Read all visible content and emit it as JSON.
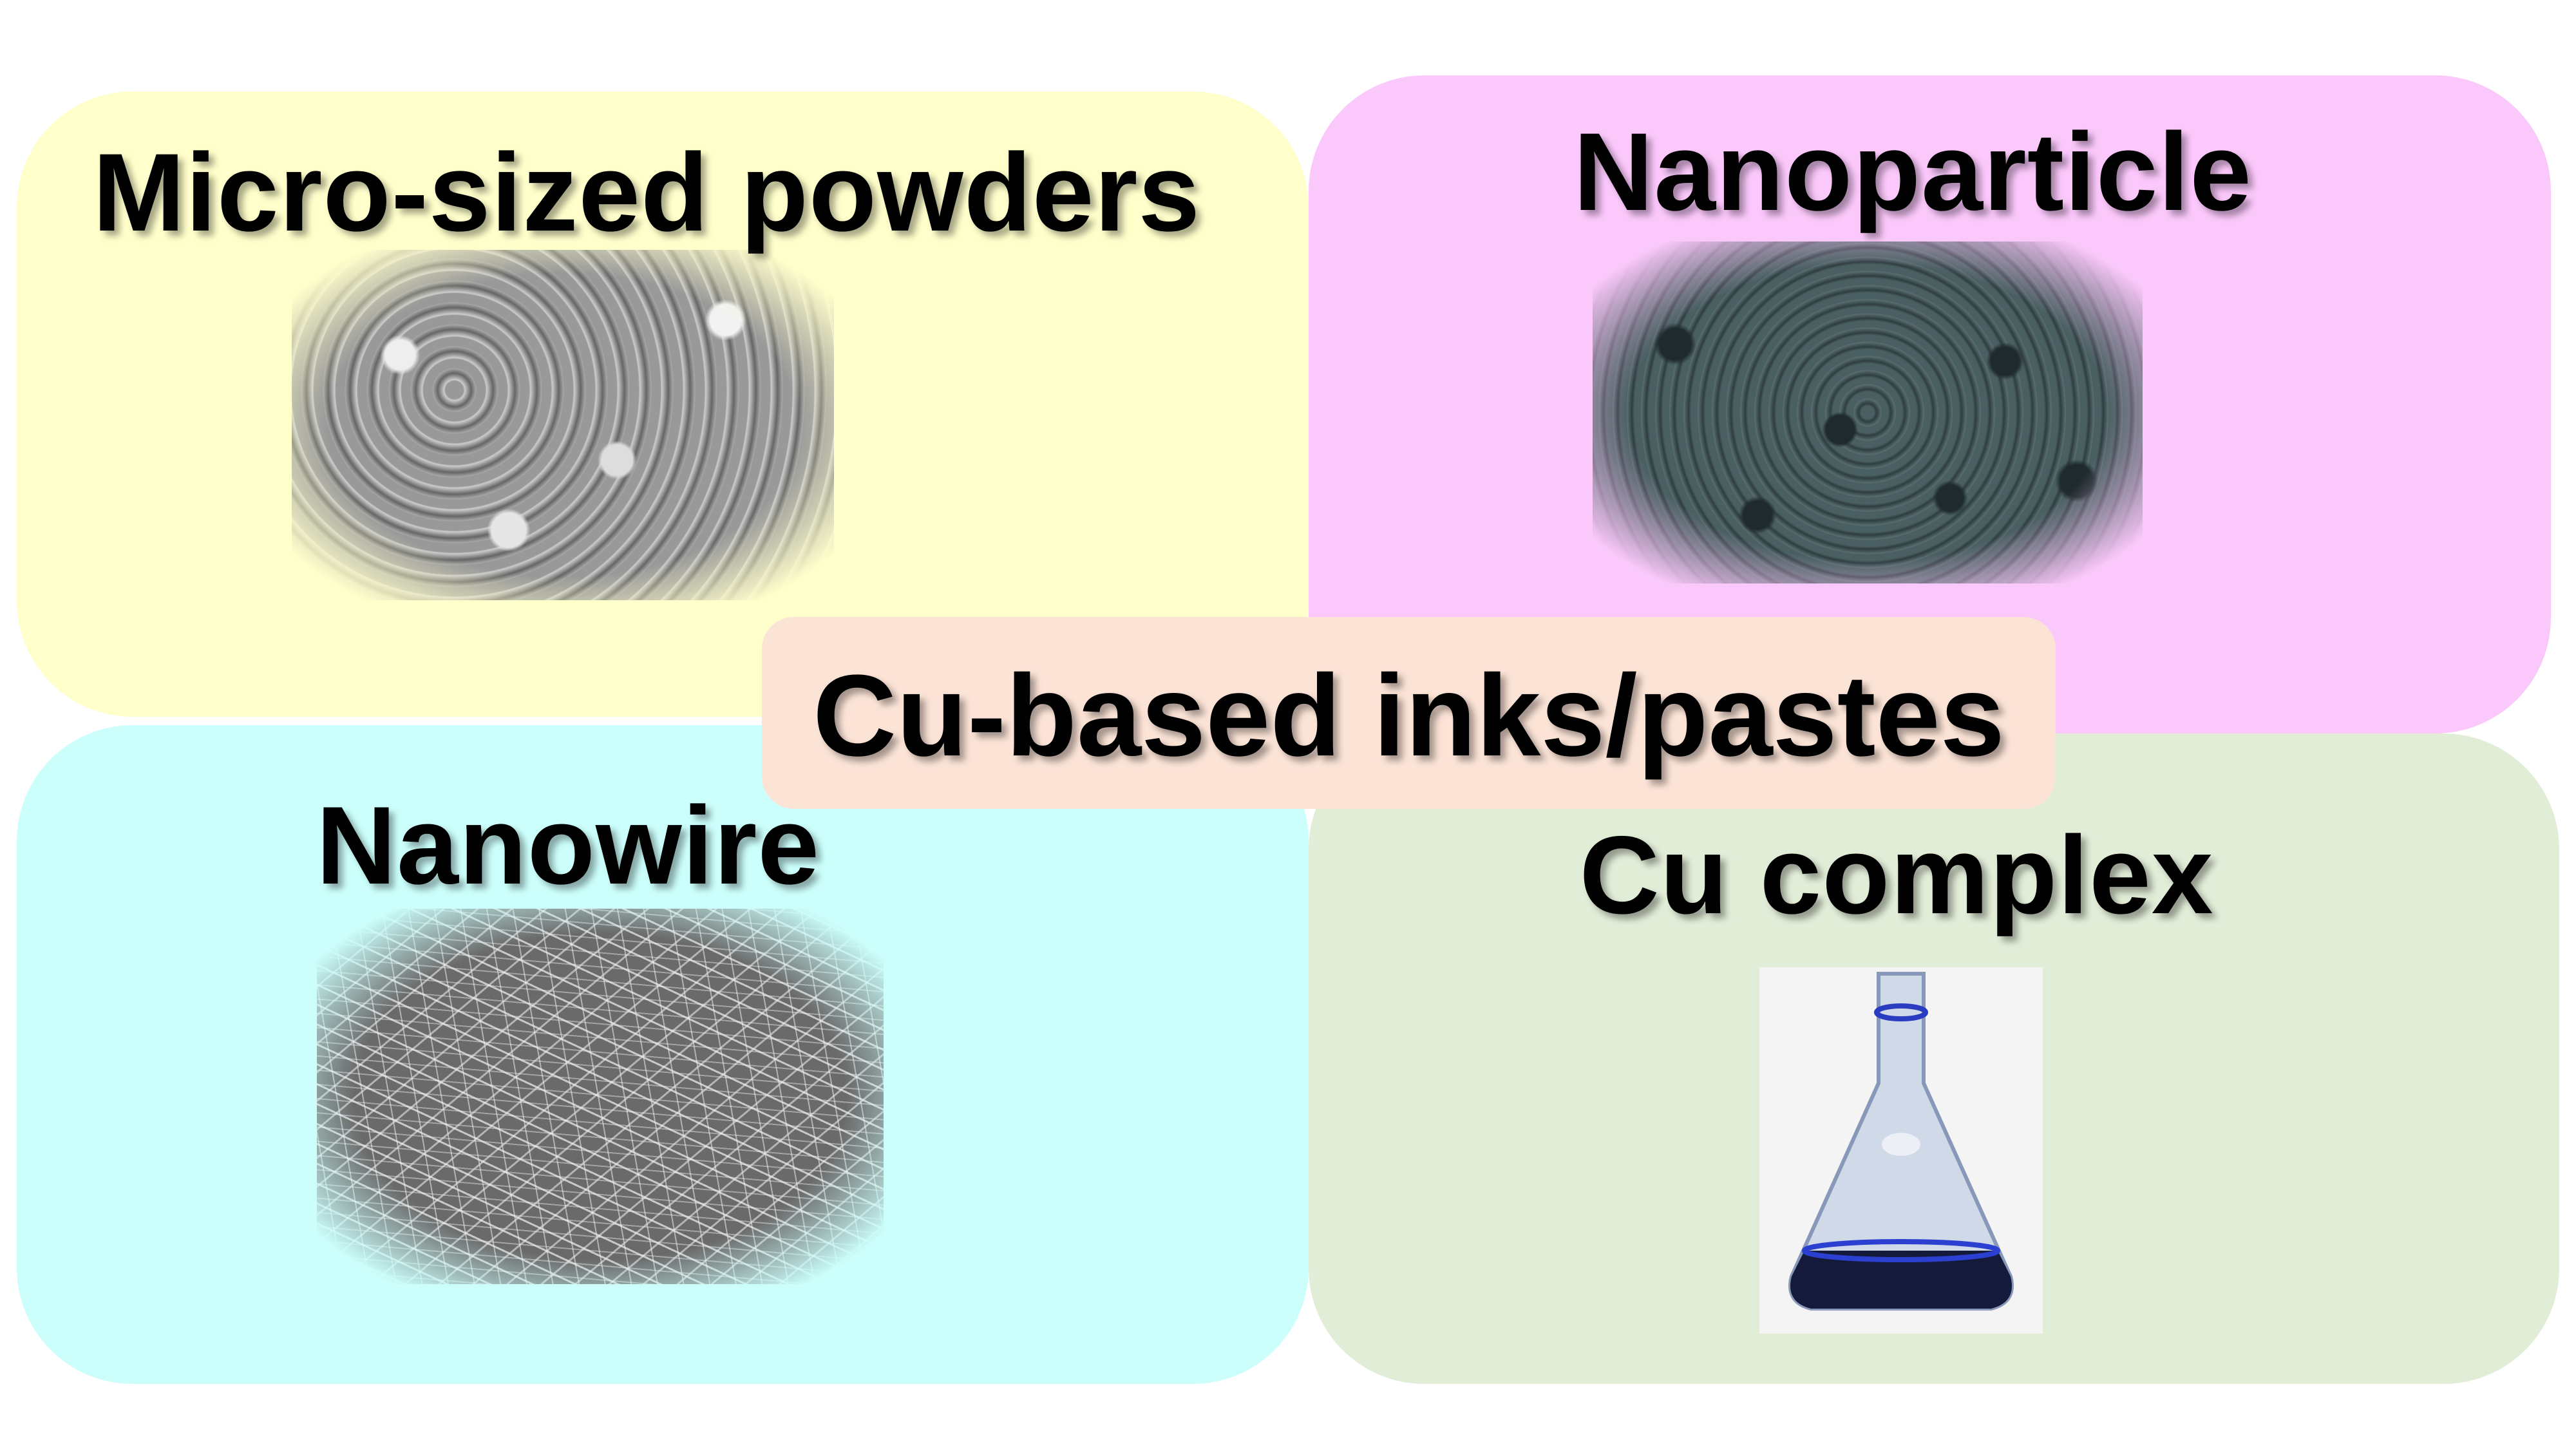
{
  "center_label": "Cu-based inks/pastes",
  "panels": {
    "micro": {
      "title": "Micro-sized powders",
      "color": "#ffffcc"
    },
    "nanoparticle": {
      "title": "Nanoparticle",
      "color": "#fbc8fb"
    },
    "nanowire": {
      "title": "Nanowire",
      "color": "#ccfffc"
    },
    "complex": {
      "title": "Cu complex",
      "color": "#e2edd8"
    }
  },
  "center_color": "#fbe3d6"
}
